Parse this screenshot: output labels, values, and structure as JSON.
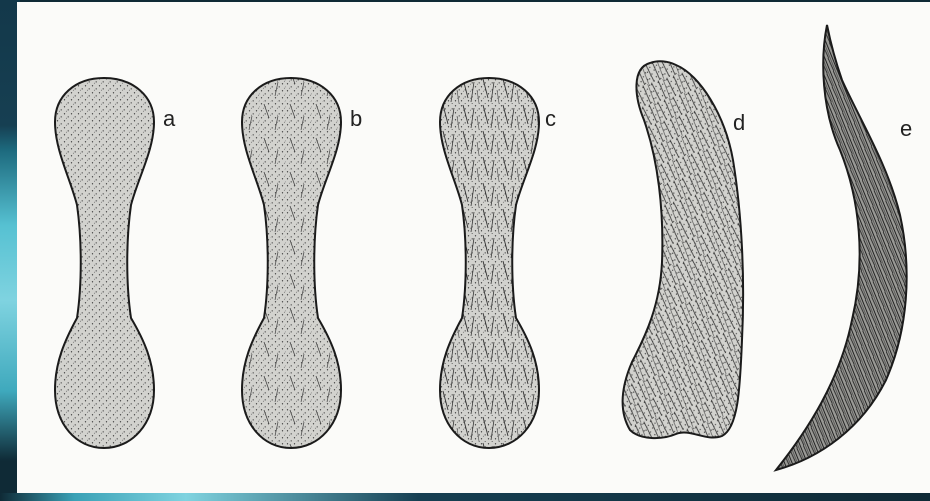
{
  "figure": {
    "labels": [
      "a",
      "b",
      "c",
      "d",
      "e"
    ]
  },
  "colors": {
    "paper": "#fbfbf9",
    "cell_fill": "#cfcfcb",
    "outline": "#1b1b1b",
    "frame_dark": "#0f2a36",
    "frame_accent": "#56c1d2"
  }
}
